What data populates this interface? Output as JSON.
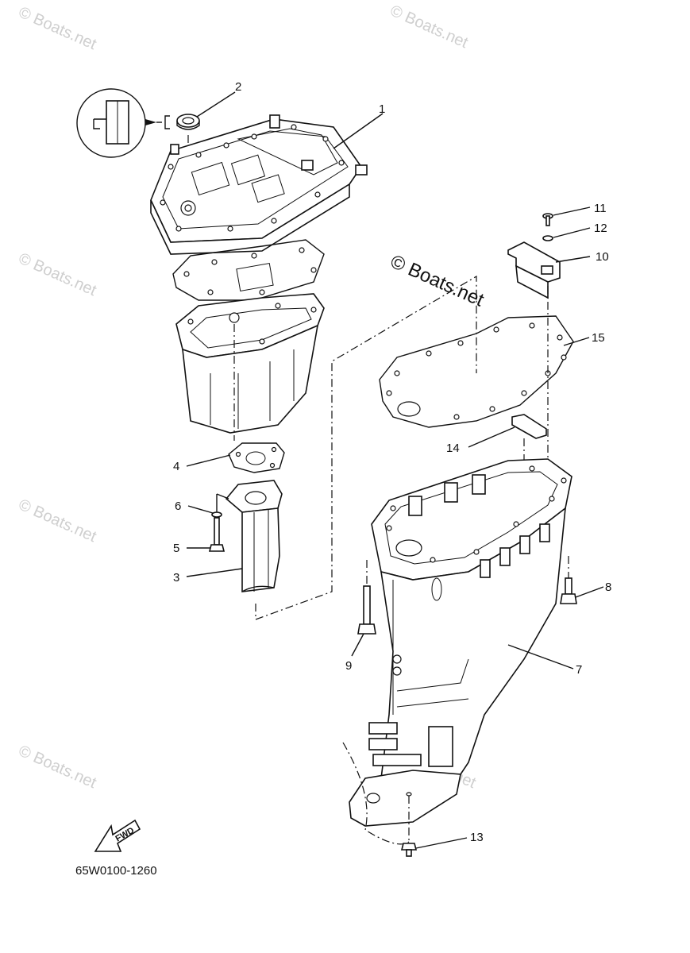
{
  "watermark": {
    "text": "© Boats.net",
    "main_text": "© Boats.net"
  },
  "callouts": {
    "c1": "1",
    "c2": "2",
    "c3": "3",
    "c4": "4",
    "c5": "5",
    "c6": "6",
    "c7": "7",
    "c8": "8",
    "c9": "9",
    "c10": "10",
    "c11": "11",
    "c12": "12",
    "c13": "13",
    "c14": "14",
    "c15": "15"
  },
  "fwd_label": "FWD",
  "diagram_code": "65W0100-1260",
  "colors": {
    "line": "#111111",
    "watermark": "#cfcfcf",
    "background": "#ffffff"
  }
}
